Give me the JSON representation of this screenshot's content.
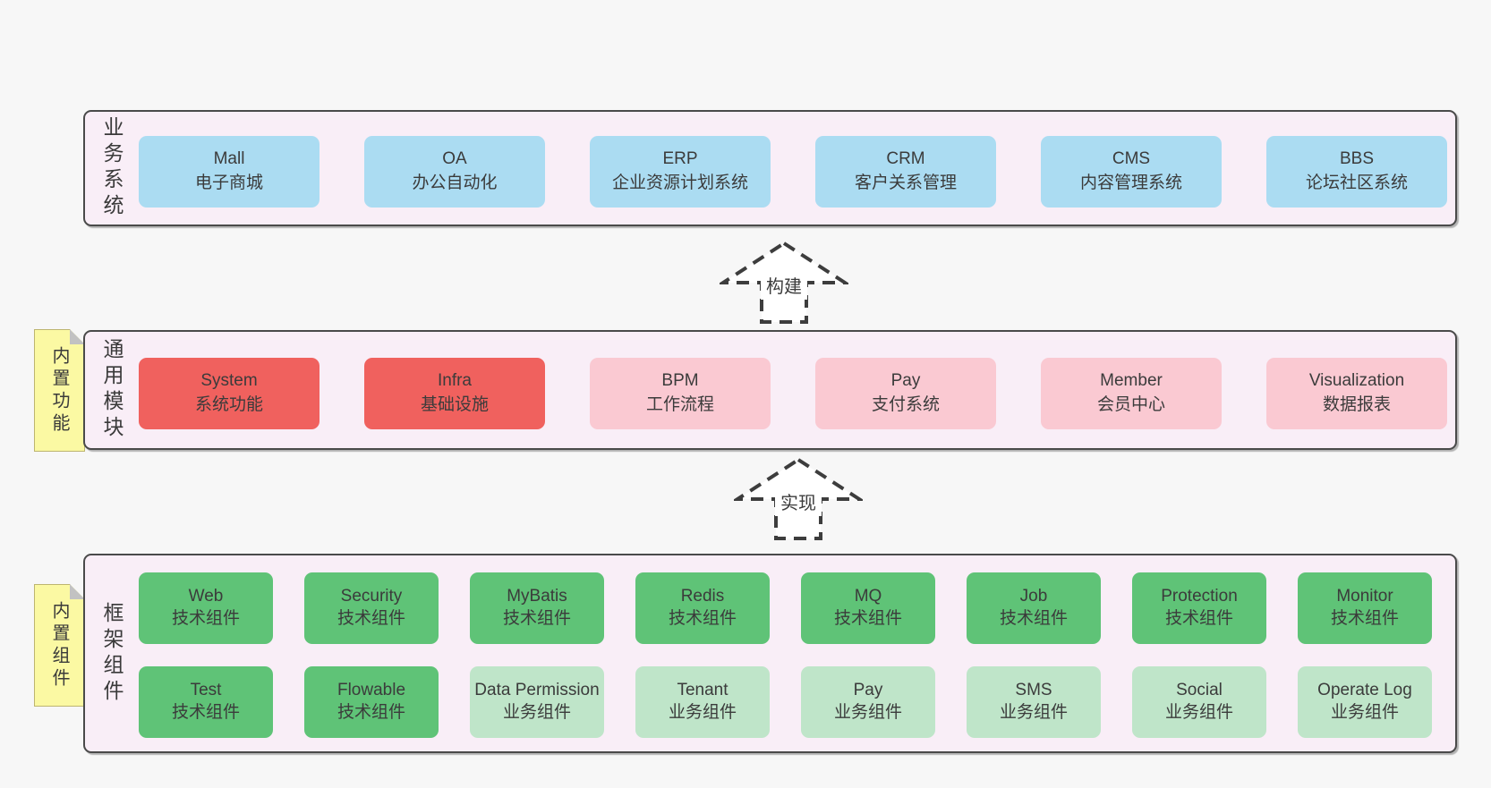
{
  "colors": {
    "page_background": "#f7f7f7",
    "panel_background": "#f9eef7",
    "panel_border": "#4a4a4a",
    "box_blue": "#abdcf2",
    "box_red": "#f0615e",
    "box_pink": "#fac9d2",
    "box_green": "#5fc377",
    "box_green_light": "#bfe5c9",
    "sticky_yellow": "#fbf9a3",
    "text": "#3b3b3b"
  },
  "arrows": {
    "build_label": "构建",
    "implement_label": "实现"
  },
  "sections": [
    {
      "label": "业务系统",
      "boxes": [
        {
          "en": "Mall",
          "zh": "电子商城",
          "type": "blue"
        },
        {
          "en": "OA",
          "zh": "办公自动化",
          "type": "blue"
        },
        {
          "en": "ERP",
          "zh": "企业资源计划系统",
          "type": "blue"
        },
        {
          "en": "CRM",
          "zh": "客户关系管理",
          "type": "blue"
        },
        {
          "en": "CMS",
          "zh": "内容管理系统",
          "type": "blue"
        },
        {
          "en": "BBS",
          "zh": "论坛社区系统",
          "type": "blue"
        }
      ]
    },
    {
      "label": "通用模块",
      "sticky": "内置功能",
      "boxes": [
        {
          "en": "System",
          "zh": "系统功能",
          "type": "red"
        },
        {
          "en": "Infra",
          "zh": "基础设施",
          "type": "red"
        },
        {
          "en": "BPM",
          "zh": "工作流程",
          "type": "pink"
        },
        {
          "en": "Pay",
          "zh": "支付系统",
          "type": "pink"
        },
        {
          "en": "Member",
          "zh": "会员中心",
          "type": "pink"
        },
        {
          "en": "Visualization",
          "zh": "数据报表",
          "type": "pink"
        }
      ]
    },
    {
      "label": "框架组件",
      "sticky": "内置组件",
      "rows": [
        [
          {
            "en": "Web",
            "zh": "技术组件",
            "type": "green"
          },
          {
            "en": "Security",
            "zh": "技术组件",
            "type": "green"
          },
          {
            "en": "MyBatis",
            "zh": "技术组件",
            "type": "green"
          },
          {
            "en": "Redis",
            "zh": "技术组件",
            "type": "green"
          },
          {
            "en": "MQ",
            "zh": "技术组件",
            "type": "green"
          },
          {
            "en": "Job",
            "zh": "技术组件",
            "type": "green"
          },
          {
            "en": "Protection",
            "zh": "技术组件",
            "type": "green"
          },
          {
            "en": "Monitor",
            "zh": "技术组件",
            "type": "green"
          }
        ],
        [
          {
            "en": "Test",
            "zh": "技术组件",
            "type": "green"
          },
          {
            "en": "Flowable",
            "zh": "技术组件",
            "type": "green"
          },
          {
            "en": "Data Permission",
            "zh": "业务组件",
            "type": "green-light"
          },
          {
            "en": "Tenant",
            "zh": "业务组件",
            "type": "green-light"
          },
          {
            "en": "Pay",
            "zh": "业务组件",
            "type": "green-light"
          },
          {
            "en": "SMS",
            "zh": "业务组件",
            "type": "green-light"
          },
          {
            "en": "Social",
            "zh": "业务组件",
            "type": "green-light"
          },
          {
            "en": "Operate Log",
            "zh": "业务组件",
            "type": "green-light"
          }
        ]
      ]
    }
  ]
}
